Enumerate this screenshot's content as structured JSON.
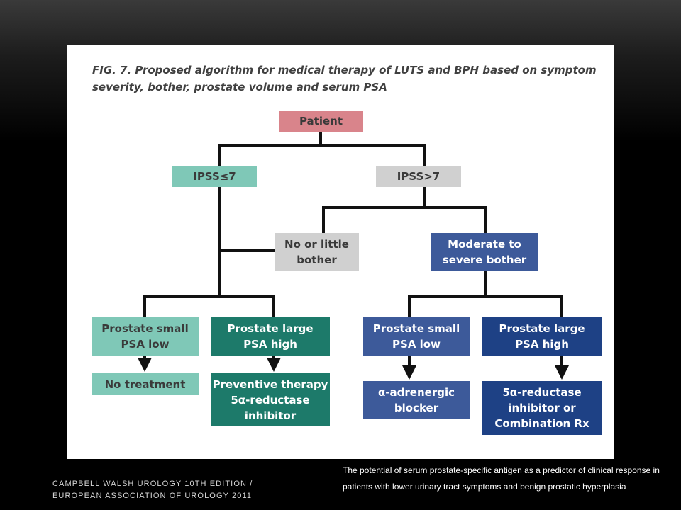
{
  "figure": {
    "title": "FIG. 7. Proposed algorithm for medical therapy of LUTS and BPH based on symptom severity, bother, prostate volume and serum PSA",
    "nodes": {
      "patient": "Patient",
      "ipss_low": "IPSS≤7",
      "ipss_high": "IPSS>7",
      "no_bother": "No or little\nbother",
      "severe_bother": "Moderate to\nsevere bother",
      "small_low_left": "Prostate small\nPSA low",
      "large_high_left": "Prostate large\nPSA high",
      "small_low_right": "Prostate small\nPSA low",
      "large_high_right": "Prostate large\nPSA high",
      "no_treatment": "No treatment",
      "preventive": "Preventive therapy\n5α-reductase\ninhibitor",
      "alpha_blocker": "α-adrenergic\nblocker",
      "combination": "5α-reductase\ninhibitor or\nCombination Rx"
    },
    "colors": {
      "patient": "#d9848b",
      "neutral": "#d0d0d0",
      "teal_light": "#7fc8b7",
      "teal_dark": "#1d7a6a",
      "blue_mid": "#3d5a9a",
      "blue_dark": "#1e4185"
    }
  },
  "footer": {
    "citation": "Campbell Walsh Urology 10th edition /\nEuropean Association of Urology 2011",
    "caption": "The potential of serum prostate-specific antigen as a predictor of clinical response in patients with lower urinary tract symptoms and benign prostatic hyperplasia"
  }
}
